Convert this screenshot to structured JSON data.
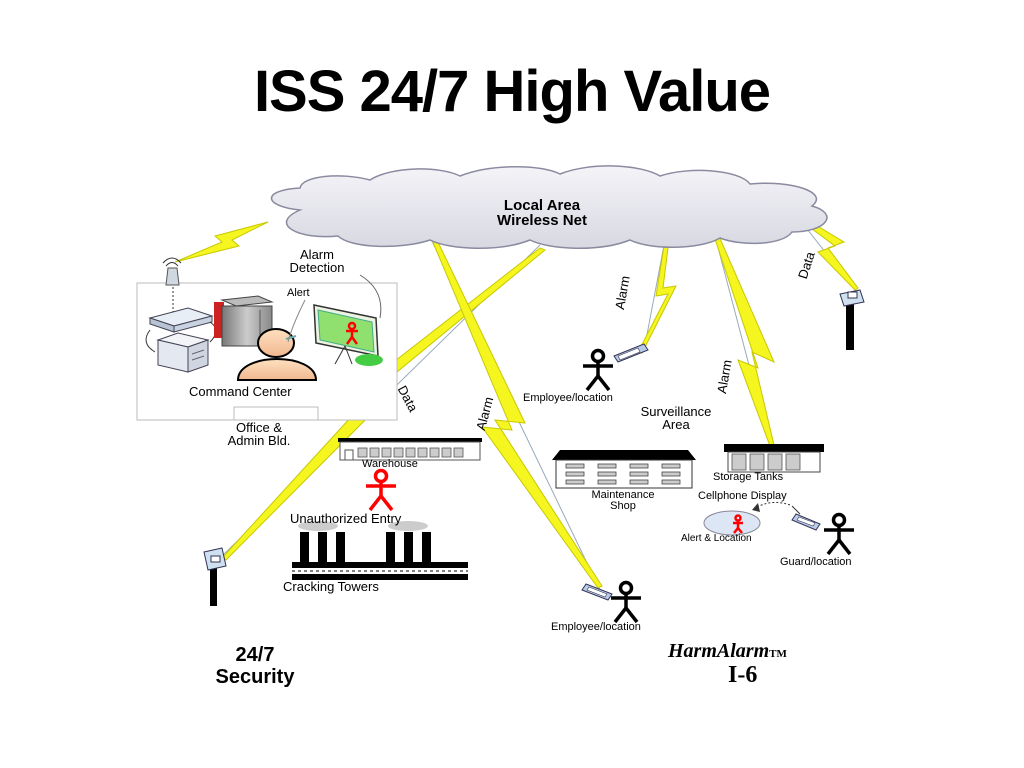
{
  "title": "ISS 24/7 High Value",
  "cloud": {
    "line1": "Local Area",
    "line2": "Wireless Net"
  },
  "labels": {
    "alarm_detection_1": "Alarm",
    "alarm_detection_2": "Detection",
    "alert": "Alert",
    "command_center": "Command Center",
    "office_1": "Office &",
    "office_2": "Admin Bld.",
    "warehouse": "Warehouse",
    "unauthorized_entry": "Unauthorized Entry",
    "cracking_towers": "Cracking Towers",
    "employee_location_top": "Employee/location",
    "surveillance_1": "Surveillance",
    "surveillance_2": "Area",
    "maintenance_1": "Maintenance",
    "maintenance_2": "Shop",
    "storage_tanks": "Storage Tanks",
    "cellphone_display": "Cellphone Display",
    "alert_location": "Alert & Location",
    "guard_location": "Guard/location",
    "employee_location_bottom": "Employee/location"
  },
  "link_labels": {
    "data_left": "Data",
    "alarm_mid": "Alarm",
    "alarm_top": "Alarm",
    "alarm_right": "Alarm",
    "data_right": "Data"
  },
  "footer": {
    "security_1": "24/7",
    "security_2": "Security",
    "brand": "HarmAlarm",
    "tm": "TM",
    "slide_id": "I-6"
  },
  "colors": {
    "lightning": "#f5f520",
    "lightning_edge": "#c8c800",
    "cloud_fill": "#e6e6ee",
    "cloud_stroke": "#8a8aa0",
    "figure_alert": "#ff0000",
    "screen_green": "#44cc44",
    "server_red": "#cc2222"
  }
}
